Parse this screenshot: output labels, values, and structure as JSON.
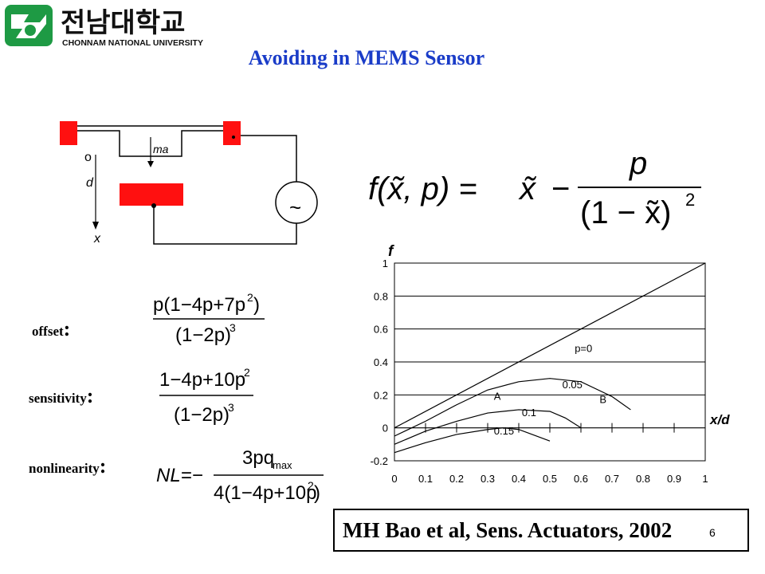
{
  "header": {
    "university_korean": "전남대학교",
    "university_english": "CHONNAM NATIONAL UNIVERSITY"
  },
  "slide": {
    "title": "Avoiding in MEMS Sensor",
    "number": "6"
  },
  "schematic": {
    "mass_label": "ma",
    "origin_label": "o",
    "gap_label": "d",
    "axis_label": "x",
    "source_symbol": "~",
    "colors": {
      "electrode": "#ff1010"
    }
  },
  "equation": {
    "lhs": "f(x̃, p) =",
    "term1": "x̃",
    "minus": "−",
    "numerator": "p",
    "denominator": "(1 − x̃)",
    "exponent": "2"
  },
  "formulas": {
    "offset": {
      "label": "offset",
      "colon": ":",
      "numerator": "p(1−4p+7p",
      "num_exp": "2",
      "num_tail": ")",
      "denominator": "(1−2p)",
      "den_exp": "3"
    },
    "sensitivity": {
      "label": "sensitivity",
      "colon": ":",
      "numerator": "1−4p+10p",
      "num_exp": "2",
      "denominator": "(1−2p)",
      "den_exp": "3"
    },
    "nonlinearity": {
      "label": "nonlinearity",
      "colon": ":",
      "lhs": "NL=−",
      "numerator": "3pq",
      "num_sub": "max",
      "denominator": "4(1−4p+10p",
      "den_exp": "2",
      "den_tail": ")"
    }
  },
  "chart_data": {
    "type": "line",
    "ylabel": "f",
    "xlabel": "x/d",
    "xlim": [
      0,
      1
    ],
    "ylim": [
      -0.2,
      1
    ],
    "x_ticks": [
      "0",
      "0.1",
      "0.2",
      "0.3",
      "0.4",
      "0.5",
      "0.6",
      "0.7",
      "0.8",
      "0.9",
      "1"
    ],
    "y_ticks": [
      "-0.2",
      "0",
      "0.2",
      "0.4",
      "0.6",
      "0.8",
      "1"
    ],
    "grid": "horizontal",
    "series": [
      {
        "name": "p=0",
        "x": [
          0,
          1
        ],
        "y": [
          0,
          1
        ]
      },
      {
        "name": "0.05",
        "x": [
          0,
          0.1,
          0.2,
          0.3,
          0.4,
          0.5,
          0.6,
          0.7,
          0.76
        ],
        "y": [
          -0.05,
          0.04,
          0.14,
          0.23,
          0.28,
          0.3,
          0.28,
          0.19,
          0.11
        ]
      },
      {
        "name": "0.1",
        "x": [
          0,
          0.1,
          0.2,
          0.3,
          0.4,
          0.5,
          0.55,
          0.6
        ],
        "y": [
          -0.1,
          -0.02,
          0.04,
          0.09,
          0.11,
          0.1,
          0.06,
          0
        ]
      },
      {
        "name": "0.15",
        "x": [
          0,
          0.1,
          0.2,
          0.3,
          0.35,
          0.4,
          0.5
        ],
        "y": [
          -0.15,
          -0.09,
          -0.04,
          -0.01,
          0,
          -0.01,
          -0.08
        ]
      }
    ],
    "annotations": [
      {
        "text": "p=0",
        "x": 0.58,
        "y": 0.46
      },
      {
        "text": "0.05",
        "x": 0.54,
        "y": 0.24
      },
      {
        "text": "0.1",
        "x": 0.41,
        "y": 0.07
      },
      {
        "text": "0.15",
        "x": 0.32,
        "y": -0.04
      },
      {
        "text": "A",
        "x": 0.32,
        "y": 0.17
      },
      {
        "text": "B",
        "x": 0.66,
        "y": 0.15
      }
    ]
  },
  "citation": {
    "text": "MH Bao et al, Sens. Actuators, 2002"
  }
}
